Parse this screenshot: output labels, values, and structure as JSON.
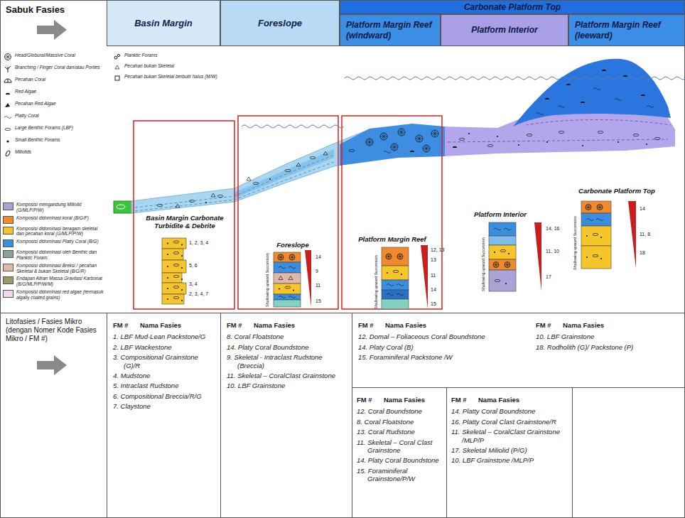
{
  "diagram": {
    "nodes": [
      {
        "text": [
          "Sabuk Fasies"
        ]
      },
      {
        "text": [
          "Basin Margin"
        ]
      },
      {
        "text": [
          "Foreslope"
        ]
      },
      {
        "text": [
          "Carbonate Platform Top"
        ]
      },
      {
        "text": [
          "Platform Margin Reef (windward)"
        ]
      },
      {
        "text": [
          "Platform Interior"
        ]
      },
      {
        "text": [
          "Platform Margin Reef (leeward)"
        ]
      },
      {
        "text": [
          "Litofasies / Fasies Mikro (dengan Nomer Kode Fasies Mikro / FM #)"
        ]
      },
      {
        "text": [
          "FM #",
          "Nama Fasies",
          "1. LBF Mud-Lean Packstone/G",
          "2. LBF Wackestone",
          "3. Compositional Grainstone (G)/R",
          "4. Mudstone",
          "5. Intraclast Rudstone",
          "6. Compositional Breccia/R/G",
          "7. Claystone"
        ]
      },
      {
        "text": [
          "FM #",
          "Nama Fasies",
          "8. Coral Floatstone",
          "14. Platy Coral Boundstone",
          "9. Skeletal - Intraclast Rudstone (Breccia)",
          "11. Skeletal – CoralClast Grainstone",
          "10. LBF Grainstone"
        ]
      },
      {
        "text": [
          "FM #",
          "Nama Fasies",
          "12. Domal – Foliaceous Coral Boundstone",
          "14. Platy Coral (B)",
          "15. Foraminiferal Packstone /W"
        ]
      },
      {
        "text": [
          "FM #",
          "Nama Fasies",
          "10. LBF Grainstone",
          "18. Rodholith (G)/ Packstone (P)"
        ]
      },
      {
        "text": [
          "FM #",
          "Nama Fasies",
          "12. Coral Boundstone",
          "8. Coral Floatstone",
          "13. Coral Rudstone",
          "11. Skeletal – Coral Clast Grainstone",
          "14. Platy Coral Boundstone",
          "15. Foraminiferal Grainstone/P/W"
        ]
      },
      {
        "text": [
          "FM #",
          "Nama Fasies",
          "14. Platty Coral Boundstone",
          "16. Platty Coral Clast Grainstone/R",
          "11. Skeletal – CoralClast Grainstone /MLP/P",
          "17. Skeletal Miliolid (P/G)",
          "10. LBF Grainstone /MLP/P"
        ]
      }
    ],
    "labels": [
      "Basin Margin Carbonate Turbidite & Debrite",
      "Foreslope",
      "Platform Margin Reef",
      "Platform Interior",
      "Carbonate Platform Top",
      "1, 2, 3, 4",
      "5, 6",
      "3, 4",
      "2, 3, 4, 7",
      "14",
      "9",
      "11",
      "15",
      "12, 13",
      "13",
      "11",
      "14",
      "15",
      "14, 16",
      "11, 10",
      "17",
      "14",
      "11, 8",
      "18",
      "Shallowing upward Succession",
      "Shallowing upward Succession",
      "Shallowing upward Succession",
      "Shallowing upward Succession"
    ],
    "legend": [
      {
        "text": "Head/Globural/Massive Coral"
      },
      {
        "text": "Branching / Finger Coral dan/atau Porites"
      },
      {
        "text": "Pecahan Coral"
      },
      {
        "text": "Red Algae"
      },
      {
        "text": "Pecahan Red Algae"
      },
      {
        "text": "Platty Coral"
      },
      {
        "text": "Large Benthic Forams (LBF)"
      },
      {
        "text": "Small Benthic Forams"
      },
      {
        "text": "Miliolids"
      },
      {
        "text": "Planktic Forams"
      },
      {
        "text": "Pecahan bukan Skeletal"
      },
      {
        "text": "Pecahan bukan Skeletal berbutir halus (M/W)"
      },
      {
        "text": "Komposisi mengandung Miliolid (G/MLP/P/W)",
        "color": "#aaa3d6"
      },
      {
        "text": "Komposisi didominasi koral (B/G/F)",
        "color": "#f08a2c"
      },
      {
        "text": "Komposisi didominasi beragam skeletal dan pecahan koral (G/MLP/P/W)",
        "color": "#f6c52a"
      },
      {
        "text": "Komposisi didominasi Platty Coral (B/G)",
        "color": "#3a8ee0"
      },
      {
        "text": "Komposisi didominasi oleh Benthic dan Planktic Foram.",
        "color": "#8aa09c"
      },
      {
        "text": "Komposisi didominasi Breksi / pecahan Skeletal & bukan Skeletal (B/G/R)",
        "color": "#dfb9aa"
      },
      {
        "text": "Endapan Aliran Massa Gravitasi Karbonat (B/G/MLP/P/W/M)",
        "color": "#9a9966"
      },
      {
        "text": "Komposisi didominasi red algae (termasuk algally coated grains)",
        "color": "#f4d6f0"
      }
    ]
  }
}
